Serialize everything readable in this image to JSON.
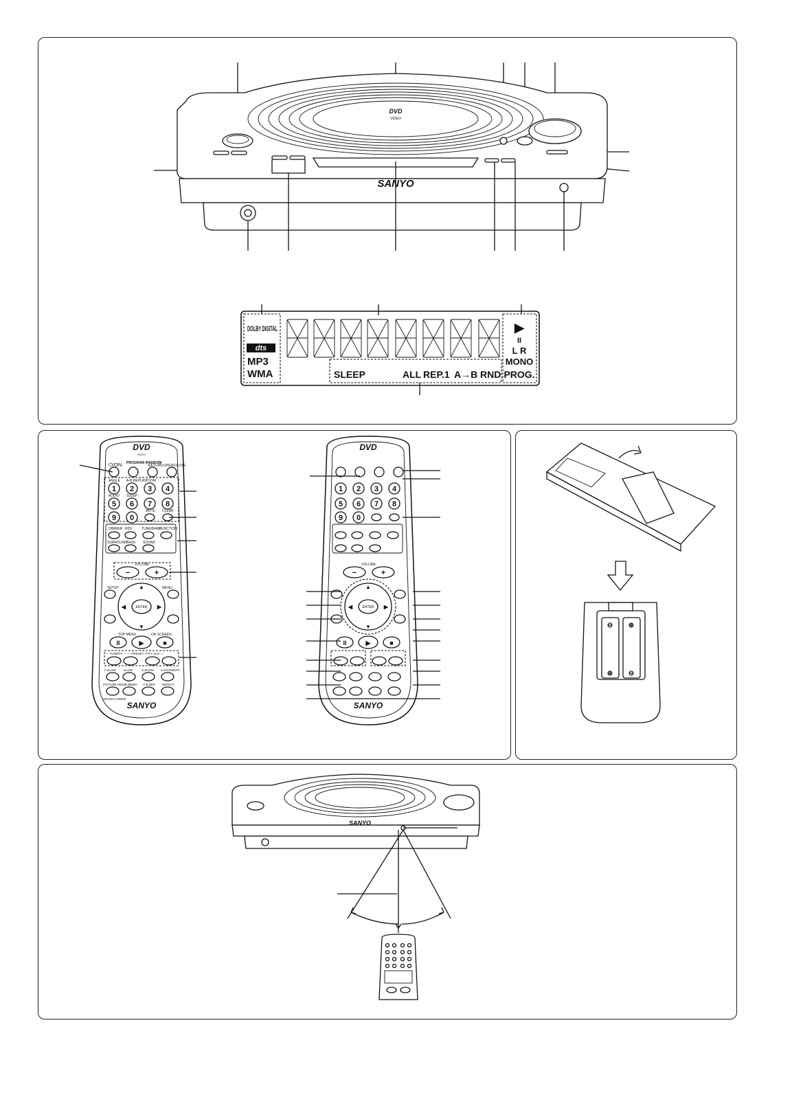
{
  "brand": "SANYO",
  "dvd_logo": {
    "top": "DVD",
    "bottom": "VIDEO"
  },
  "lcd": {
    "left_icons": [
      "DOLBY DIGITAL",
      "dts",
      "MP3",
      "WMA"
    ],
    "bottom_indicators": [
      "SLEEP",
      "ALL",
      "REP.1",
      "A→B",
      "RND"
    ],
    "right_indicators": [
      "▶",
      "II",
      "L R",
      "MONO",
      "PROG."
    ]
  },
  "remote": {
    "power": "⏻/ON",
    "program_random": "PROGRAM /RANDOM",
    "return": "RETURN",
    "open_close": "OPEN/CLOSE",
    "number_labels": [
      "ANGLE",
      "A-B REPLAY",
      "ZOOM",
      "",
      "AUDIO",
      "SLEEP",
      "",
      "",
      "",
      "",
      "MUTE",
      "CLEAR"
    ],
    "number_keys": [
      "1",
      "2",
      "3",
      "4",
      "5",
      "6",
      "7",
      "8",
      "9",
      "0"
    ],
    "tuner_labels": [
      "DIMMER",
      "RDS",
      "TUNE/BAND",
      "FUNCTION",
      "SURROUND",
      "BASS",
      "SOUND"
    ],
    "volume": "VOLUME",
    "nav_labels": [
      "SETUP",
      "MENU",
      "TOP MENU",
      "ON SCREEN"
    ],
    "enter": "ENTER",
    "skip_header": "— TUNE/FF —    — PRESET / PTY CHK —",
    "bottom_labels": [
      "F.SLOW",
      "SLOW",
      "S.ZOOM",
      "S.ZOOM/OFF",
      "PICTURE MODE",
      "L.MEMO",
      "A-B REP",
      "REPEAT"
    ],
    "search_mode": "SEARCH MODE"
  }
}
